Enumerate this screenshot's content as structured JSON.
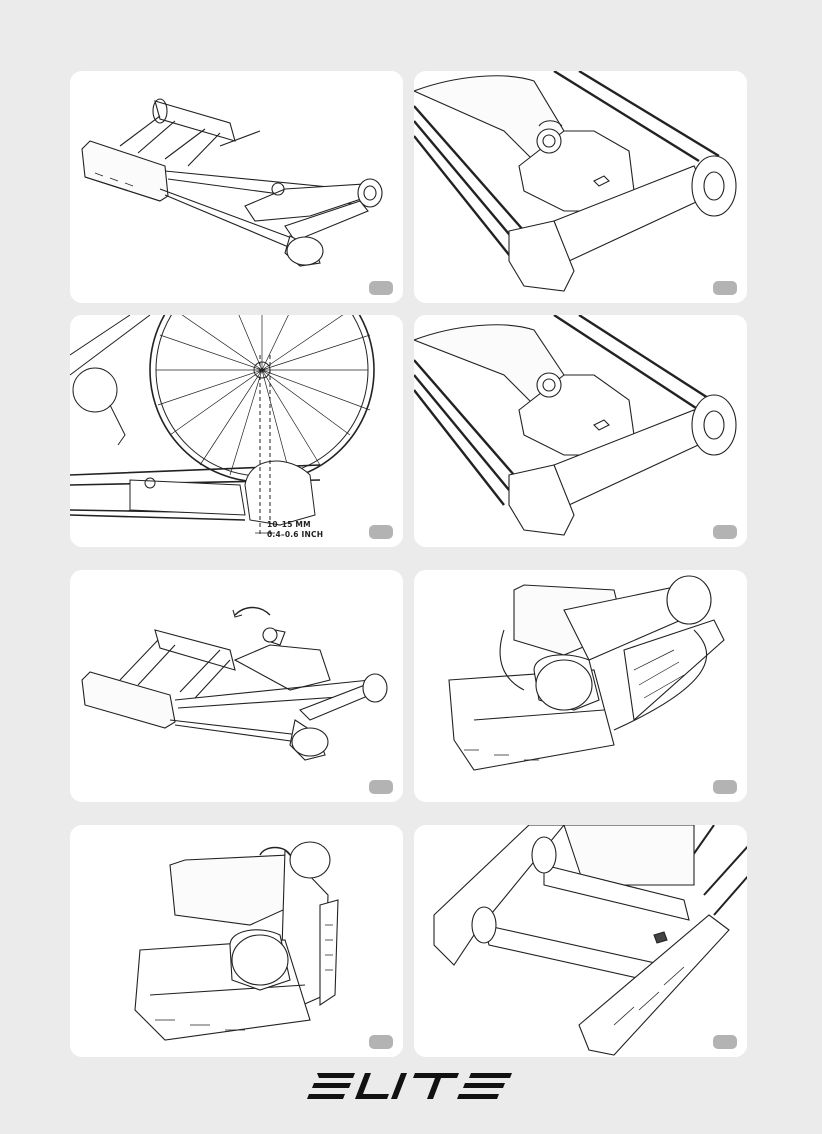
{
  "panels": [
    {
      "id": 1,
      "description_icon": "rollers-overview-icon"
    },
    {
      "id": 2,
      "description_icon": "front-roller-knob-icon"
    },
    {
      "id": 3,
      "description_icon": "wheel-alignment-icon",
      "measure": {
        "line1": "10–15 MM",
        "line2": "0.4–0.6 INCH"
      }
    },
    {
      "id": 4,
      "description_icon": "front-roller-knob-icon"
    },
    {
      "id": 5,
      "description_icon": "knob-rotation-icon"
    },
    {
      "id": 6,
      "description_icon": "folded-rollers-icon"
    },
    {
      "id": 7,
      "description_icon": "folded-standing-icon"
    },
    {
      "id": 8,
      "description_icon": "rollers-closeup-icon"
    }
  ],
  "brand": {
    "logo": "ELITE",
    "logo_icon": "elite-logo-icon",
    "color": "#111111"
  }
}
